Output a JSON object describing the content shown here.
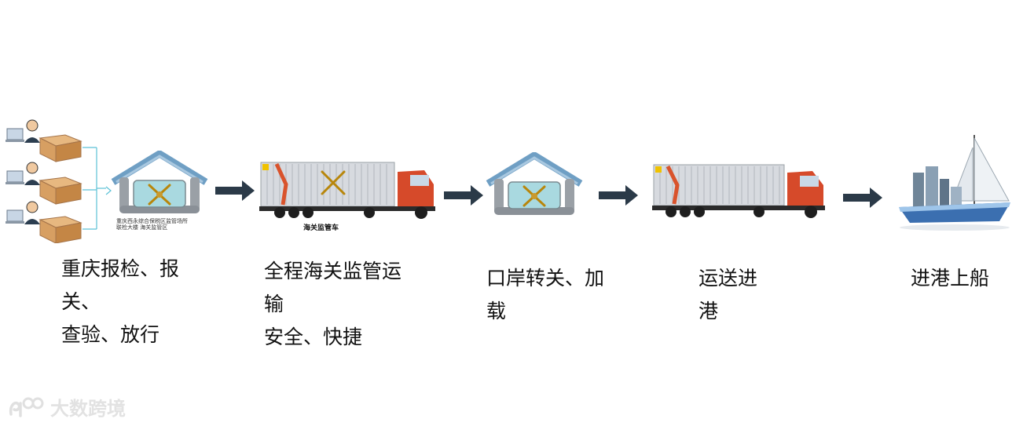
{
  "steps": [
    {
      "caption": [
        "重庆报检、报",
        "关、",
        "查验、放行"
      ]
    },
    {
      "caption": [
        "全程海关监管运",
        "输",
        "安全、快捷"
      ]
    },
    {
      "caption": [
        "口岸转关、加",
        "载"
      ]
    },
    {
      "caption": [
        "运送进",
        "港"
      ]
    },
    {
      "caption": [
        "进港上船"
      ]
    }
  ],
  "truck_label": "海关监管车",
  "warehouse_fineprint": [
    "重庆西永综合保税区监管场所",
    "联检大楼    海关监管区"
  ],
  "watermark": {
    "text": "大数跨境"
  },
  "colors": {
    "arrow": "#2b3a48",
    "roof": "#6f9fc4",
    "truck_cab": "#d64a2a",
    "container": "#d7dadf",
    "seal_bg": "#a9d9e0"
  }
}
